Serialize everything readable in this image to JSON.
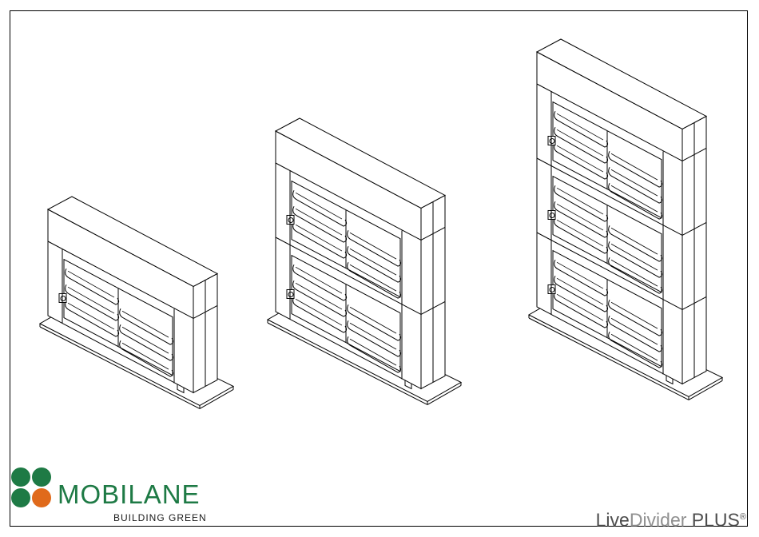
{
  "brand": {
    "name": "MOBILANE",
    "tagline": "BUILDING GREEN",
    "colors": {
      "green": "#1e7a45",
      "orange": "#e06a1b",
      "text": "#1a1a1a"
    }
  },
  "product": {
    "word1": "Live",
    "word2": "Divider",
    "word3": "PLUS",
    "mark": "®",
    "colors": {
      "dark": "#4d4d4d",
      "grey": "#909090"
    }
  },
  "figure": {
    "variants": [
      {
        "stack_modules": 1
      },
      {
        "stack_modules": 2
      },
      {
        "stack_modules": 3
      }
    ]
  }
}
